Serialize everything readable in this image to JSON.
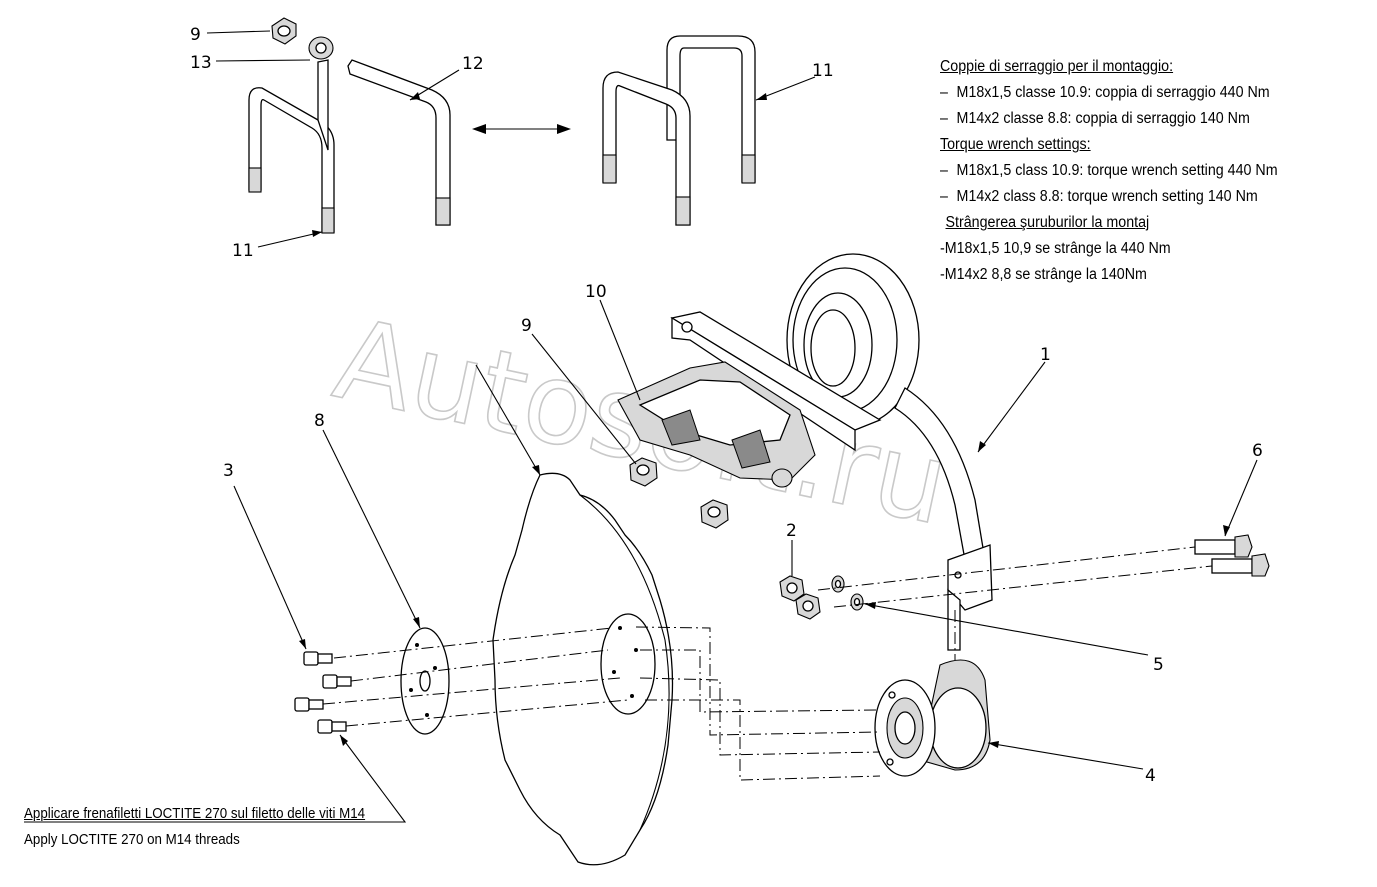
{
  "diagram": {
    "part_labels": [
      "9",
      "13",
      "12",
      "11",
      "11",
      "10",
      "9",
      "1",
      "8",
      "3",
      "2",
      "6",
      "5",
      "4"
    ],
    "watermark": "Autosoft.ru"
  },
  "torque_settings": {
    "it_title": "Coppie di serraggio per il montaggio:",
    "it_line1": "M18x1,5 classe 10.9: coppia di serraggio 440 Nm",
    "it_line2": "M14x2 classe 8.8: coppia di serraggio 140 Nm",
    "en_title": "Torque wrench settings:",
    "en_line1": "M18x1,5 class 10.9: torque wrench setting 440 Nm",
    "en_line2": "M14x2 class 8.8: torque wrench setting 140 Nm",
    "ro_title": "Strângerea şuruburilor la montaj",
    "ro_line1": "-M18x1,5 10,9 se strânge la 440 Nm",
    "ro_line2": "-M14x2 8,8 se strânge la 140Nm",
    "dash": "–"
  },
  "note": {
    "line1": "Applicare frenafiletti LOCTITE 270 sul filetto delle viti M14",
    "line2": "Apply LOCTITE 270 on M14 threads"
  }
}
